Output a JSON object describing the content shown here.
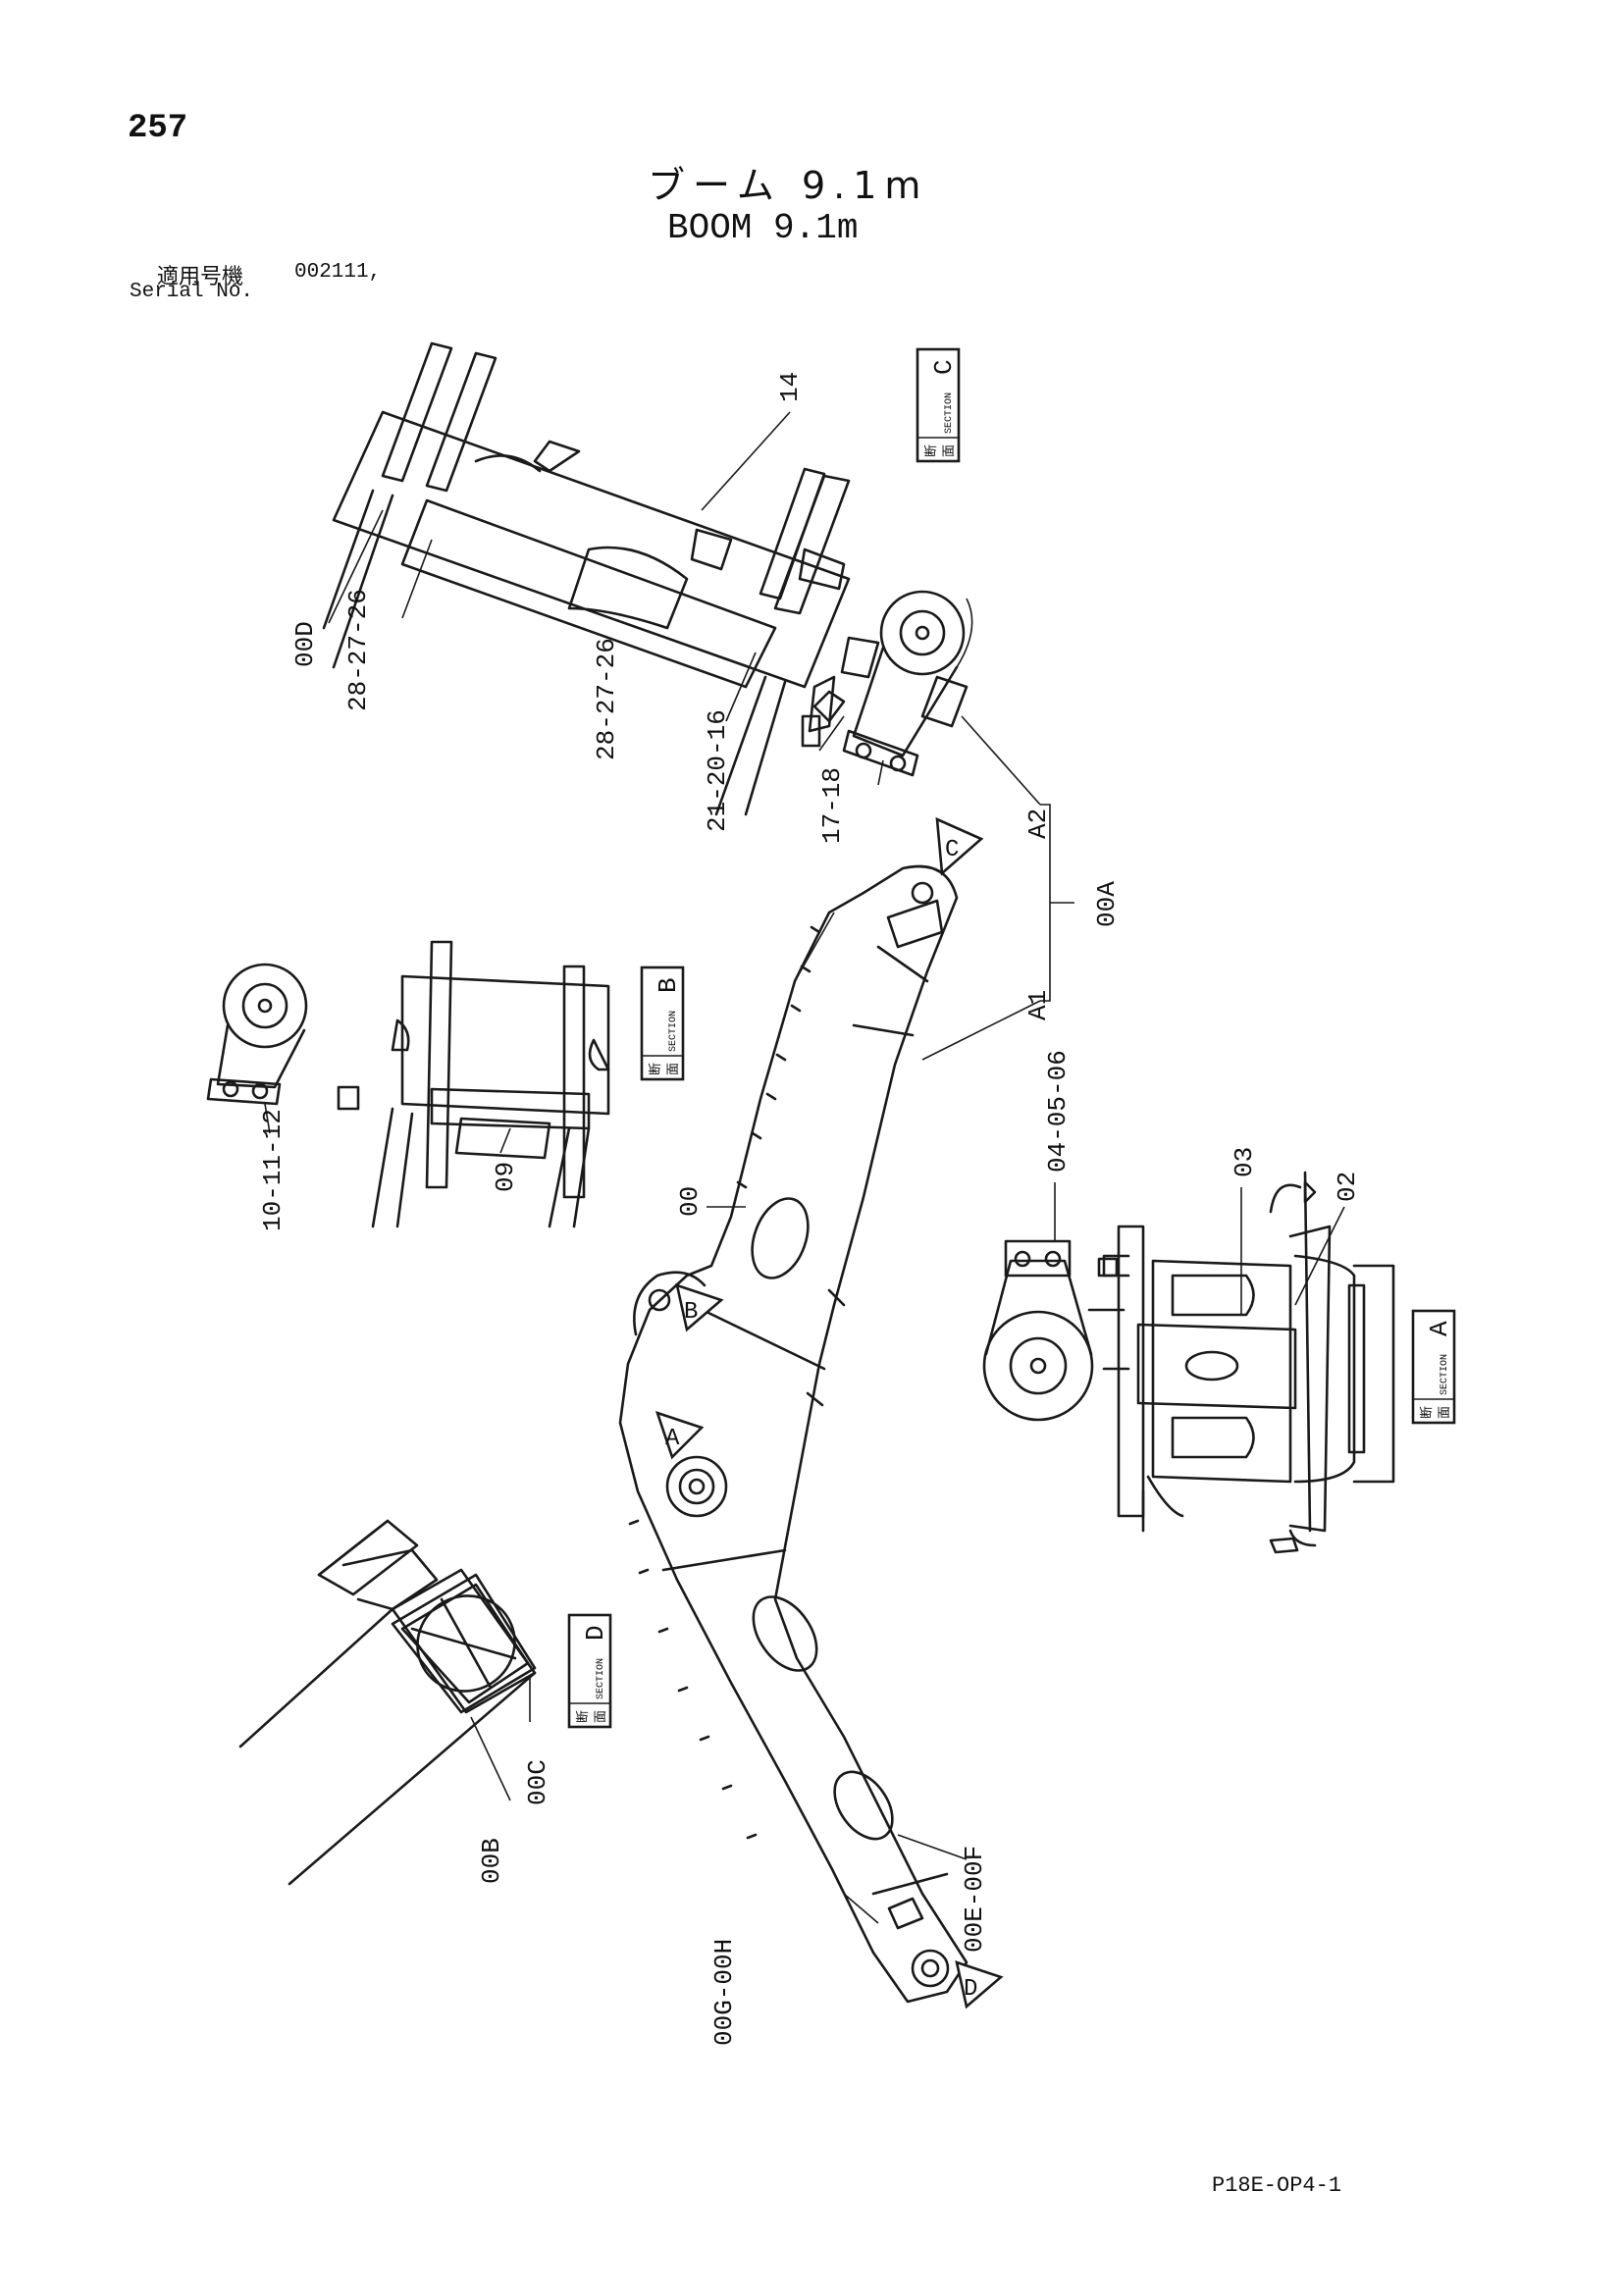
{
  "page": {
    "number": "257",
    "drawing_code": "P18E-OP4-1"
  },
  "title": {
    "japanese": "ブーム 9.1m",
    "english": "BOOM 9.1m"
  },
  "serial": {
    "japanese_label": "適用号機",
    "value": "002111,",
    "english_label": "Serial No."
  },
  "sections": {
    "a": {
      "jp_char_1": "断",
      "jp_char_2": "面",
      "word": "SECTION",
      "letter": "A"
    },
    "b": {
      "jp_char_1": "断",
      "jp_char_2": "面",
      "word": "SECTION",
      "letter": "B"
    },
    "c": {
      "jp_char_1": "断",
      "jp_char_2": "面",
      "word": "SECTION",
      "letter": "C"
    },
    "d": {
      "jp_char_1": "断",
      "jp_char_2": "面",
      "word": "SECTION",
      "letter": "D"
    }
  },
  "section_markers": {
    "a": "A",
    "b": "B",
    "c": "C",
    "d": "D"
  },
  "callouts": {
    "c14": "14",
    "c00D": "00D",
    "c28_27_26_left": "28-27-26",
    "c28_27_26_right": "28-27-26",
    "c21_20_16": "21-20-16",
    "c17_18": "17-18",
    "cA2": "A2",
    "c00A": "00A",
    "cA1": "A1",
    "c10_11_12": "10-11-12",
    "c09": "09",
    "c00": "00",
    "c04_05_06": "04-05-06",
    "c03": "03",
    "c02": "02",
    "c00C": "00C",
    "c00B": "00B",
    "c00G_00H": "00G-00H",
    "c00E_00F": "00E-00F"
  }
}
